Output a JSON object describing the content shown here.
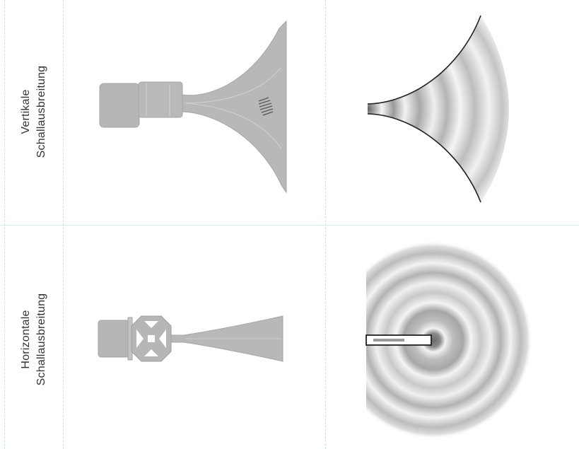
{
  "rows": [
    {
      "line1": "Vertikale",
      "line2": "Schallausbreitung"
    },
    {
      "line1": "Horizontale",
      "line2": "Schallausbreitung"
    }
  ],
  "colors": {
    "horn_fill": "#b6b6b6",
    "horn_edge": "#a4a4a4",
    "guide_line": "#e8e8e8",
    "cut_line": "#2a2a2a",
    "wave_dark": "#8a8a8a",
    "wave_light": "#f2f2f2",
    "grid_line": "#cfe3e6"
  }
}
